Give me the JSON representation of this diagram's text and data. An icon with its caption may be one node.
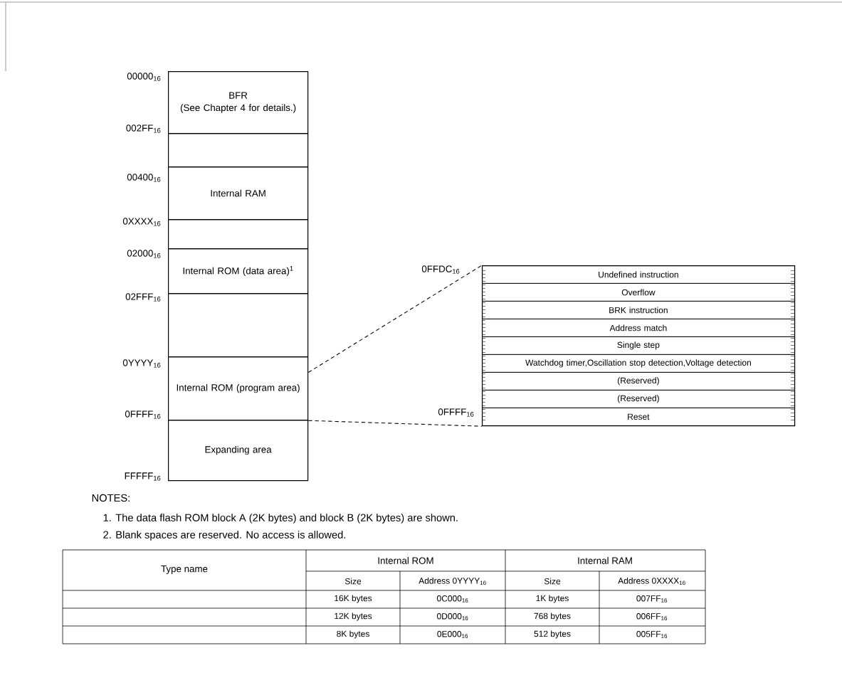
{
  "diagram": {
    "nodes": [
      {
        "text": [
          "BFR",
          "(See Chapter 4 for details.)"
        ]
      },
      {
        "text": [],
        "shape": "box"
      },
      {
        "text": [
          "Internal RAM"
        ]
      },
      {
        "text": [],
        "shape": "box"
      },
      {
        "text": [
          "Internal ROM (data area)$^{1}$"
        ]
      },
      {
        "text": [],
        "shape": "box"
      },
      {
        "text": [
          "Internal ROM (program area)"
        ]
      },
      {
        "text": [
          "Expanding area"
        ]
      },
      {
        "text": [],
        "shape": "box"
      },
      {
        "text": [
          "Undefined instruction"
        ],
        "in": 8
      },
      {
        "text": [
          "Overflow"
        ],
        "in": 8
      },
      {
        "text": [
          "BRK instruction"
        ],
        "in": 8
      },
      {
        "text": [
          "Address match"
        ],
        "in": 8
      },
      {
        "text": [
          "Single step"
        ],
        "in": 8
      },
      {
        "text": [
          "Watchdog timer,Oscillation stop detection,Voltage detection"
        ],
        "in": 8
      },
      {
        "text": [
          "(Reserved)"
        ],
        "in": 8
      },
      {
        "text": [
          "(Reserved)"
        ],
        "in": 8
      },
      {
        "text": [
          "Reset"
        ],
        "in": 8
      }
    ],
    "edges": [
      {
        "from": 6,
        "to": 8,
        "arrow": "none",
        "style": "dashed"
      },
      {
        "from": 6,
        "to": 8,
        "arrow": "none",
        "style": "dashed"
      }
    ],
    "labels": [
      "00000$_{16}$",
      "002FF$_{16}$",
      "00400$_{16}$",
      "0XXXX$_{16}$",
      "02000$_{16}$",
      "0FFDC$_{16}$",
      "02FFF$_{16}$",
      "0YYYY$_{16}$",
      "0FFFF$_{16}$",
      "0FFFF$_{16}$",
      "FFFFF$_{16}$",
      "NOTES:",
      "1. The data flash ROM block A (2K bytes) and block B (2K bytes) are shown.",
      "2. Blank spaces are reserved. No access is allowed.",
      "Type name",
      "Internal ROM",
      "Internal RAM",
      "Size",
      "Address 0YYYY$_{16}$",
      "Size",
      "Address 0XXXX$_{16}$",
      "16K bytes",
      "0C000$_{16}$",
      "1K bytes",
      "007FF$_{16}$",
      "12K bytes",
      "0D000$_{16}$",
      "768 bytes",
      "006FF$_{16}$",
      "8K bytes",
      "0E000$_{16}$",
      "512 bytes",
      "005FF$_{16}$"
    ]
  }
}
